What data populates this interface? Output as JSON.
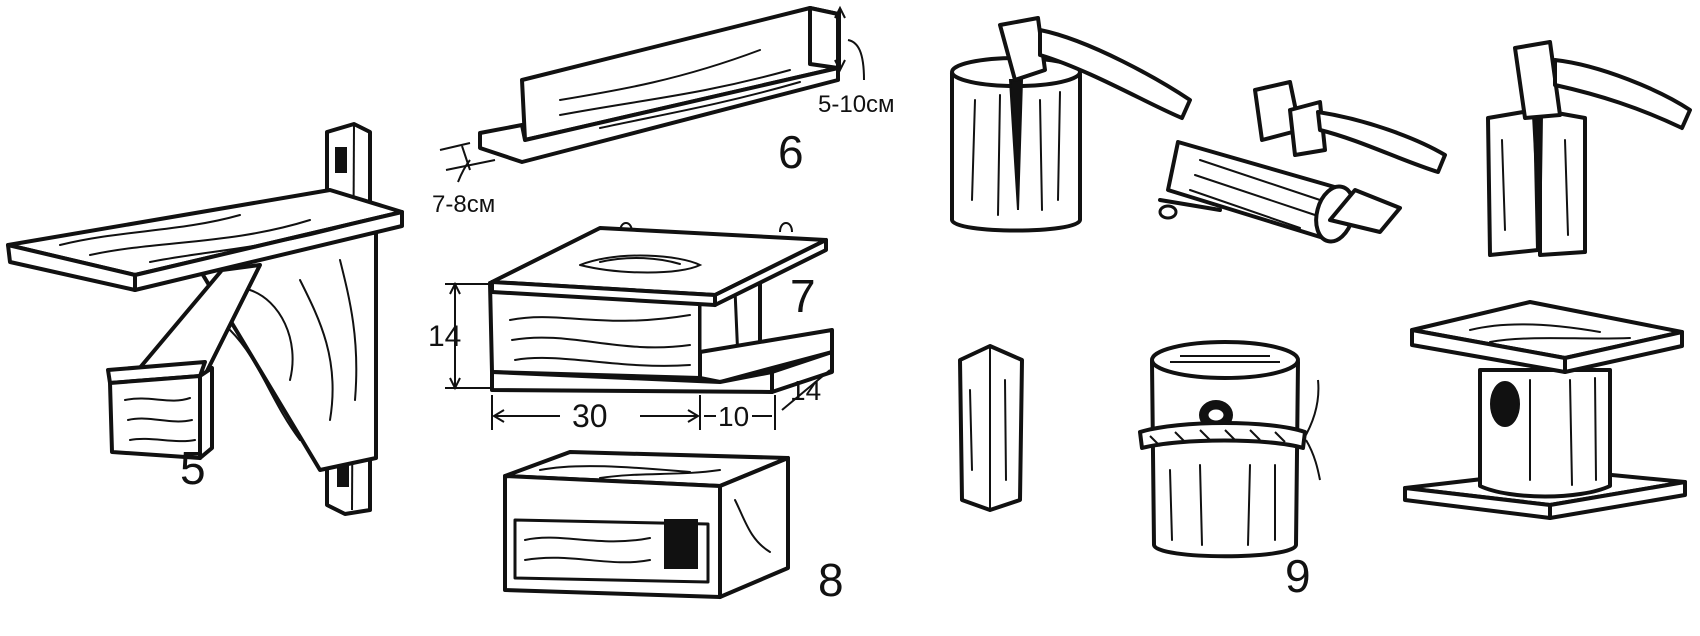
{
  "figures": {
    "f5": {
      "number": "5"
    },
    "f6": {
      "number": "6",
      "height_label": "5-10см",
      "width_label": "7-8см"
    },
    "f7": {
      "number": "7",
      "height_label": "14",
      "length_label": "30",
      "porch_label": "10",
      "depth_label": "14"
    },
    "f8": {
      "number": "8"
    },
    "f9": {
      "number": "9"
    }
  }
}
